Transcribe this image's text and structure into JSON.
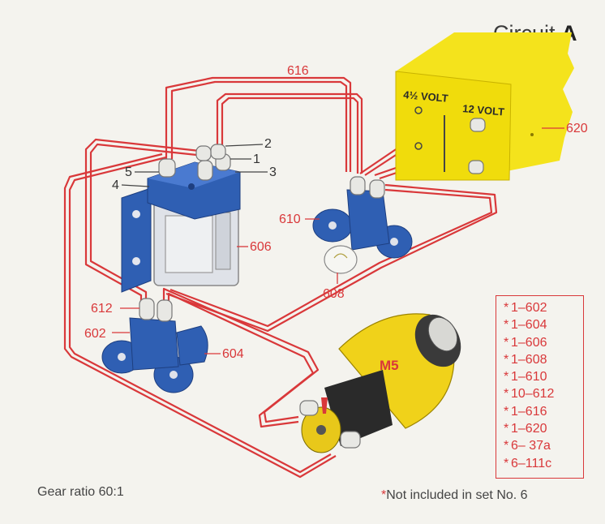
{
  "title": {
    "text": "Circuit",
    "letter": "A"
  },
  "footer": {
    "gear_ratio": "Gear ratio 60:1",
    "note_star": "*",
    "note_text": "Not included in set No. 6"
  },
  "battery": {
    "left_label": "4½ VOLT",
    "right_label": "12 VOLT"
  },
  "motor_label": "M5",
  "callouts": {
    "c616": "616",
    "c620": "620",
    "c606": "606",
    "c610": "610",
    "c608": "608",
    "c612": "612",
    "c602": "602",
    "c604": "604",
    "t1": "1",
    "t2": "2",
    "t3": "3",
    "t4": "4",
    "t5": "5"
  },
  "parts_list": [
    {
      "star": "*",
      "text": "1–602"
    },
    {
      "star": "*",
      "text": "1–604"
    },
    {
      "star": "*",
      "text": "1–606"
    },
    {
      "star": "*",
      "text": "1–608"
    },
    {
      "star": "*",
      "text": "1–610"
    },
    {
      "star": "*",
      "text": "10–612"
    },
    {
      "star": "*",
      "text": "1–616"
    },
    {
      "star": "*",
      "text": "1–620"
    },
    {
      "star": "*",
      "text": "6– 37a"
    },
    {
      "star": "*",
      "text": "6–111c"
    }
  ],
  "colors": {
    "wire": "#d9383a",
    "battery": "#f4e31c",
    "relay": "#2f5fb3",
    "motor": "#f0d21a",
    "background": "#f4f3ee"
  }
}
